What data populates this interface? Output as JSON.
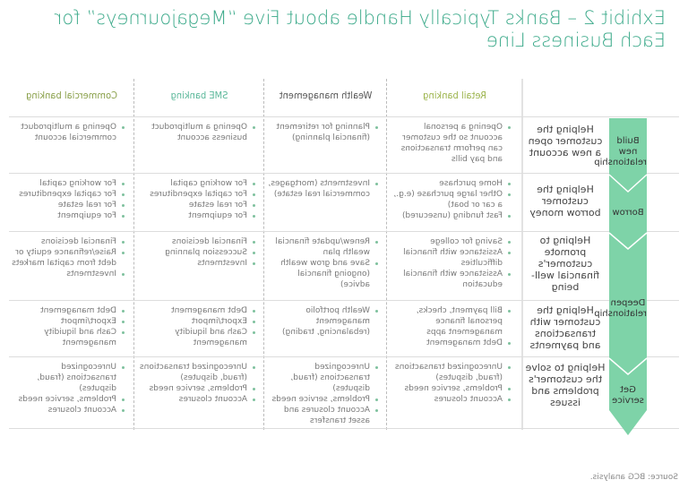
{
  "title": "Exhibit 2 – Banks Typically Handle about Five “Megajourneys” for Each Business Line",
  "colors": {
    "accent": "#3aa989",
    "stage_band": "#7ed3a8",
    "retail": "#9bb34a",
    "wealth": "#555555",
    "sme": "#5bb89a",
    "commercial": "#8aa04a"
  },
  "columns": [
    "Retail banking",
    "Wealth management",
    "SME banking",
    "Commercial banking"
  ],
  "stages": [
    "Build new relationship",
    "Borrow",
    "Deepen relationship",
    "Get service"
  ],
  "rows": [
    {
      "journey": "Helping the customer open a new account",
      "cells": [
        [
          "Opening a personal account so the customer can perform transactions and pay bills"
        ],
        [
          "Planning for retirement (financial planning)"
        ],
        [
          "Opening a multiproduct business account"
        ],
        [
          "Opening a multiproduct commercial account"
        ]
      ]
    },
    {
      "journey": "Helping the customer borrow money",
      "cells": [
        [
          "Home purchase",
          "Other large purchase (e.g., a car or boat)",
          "Fast funding (unsecured)"
        ],
        [
          "Investments (mortgages, commercial real estate)"
        ],
        [
          "For working capital",
          "For capital expenditures",
          "For real estate",
          "For equipment"
        ],
        [
          "For working capital",
          "For capital expenditures",
          "For real estate",
          "For equipment"
        ]
      ]
    },
    {
      "journey": "Helping to promote customer's financial well-being",
      "cells": [
        [
          "Saving for college",
          "Assistance with financial difficulties",
          "Assistance with financial education"
        ],
        [
          "Renew/update financial wealth plan",
          "Save and grow wealth (ongoing financial advice)"
        ],
        [
          "Financial decisions",
          "Succession planning",
          "Investments"
        ],
        [
          "Financial decisions",
          "Raise/refinance equity or debt from capital markets",
          "Investments"
        ]
      ]
    },
    {
      "journey": "Helping the customer with transactions and payments",
      "cells": [
        [
          "Bill payment, checks, personal finance management apps",
          "Debt management"
        ],
        [
          "Wealth portfolio management (rebalancing, trading)"
        ],
        [
          "Debt management",
          "Export/import",
          "Cash and liquidity management"
        ],
        [
          "Debt management",
          "Export/import",
          "Cash and liquidity management"
        ]
      ]
    },
    {
      "journey": "Helping to solve the customer's problems and issues",
      "cells": [
        [
          "Unrecognized transactions (fraud, disputes)",
          "Problems, service needs",
          "Account closures"
        ],
        [
          "Unrecognized transactions (fraud, disputes)",
          "Problems, service needs",
          "Account closures and asset transfers"
        ],
        [
          "Unrecognized transactions (fraud, disputes)",
          "Problems, service needs",
          "Account closures"
        ],
        [
          "Unrecognized transactions (fraud, disputes)",
          "Problems, service needs",
          "Account closures"
        ]
      ]
    }
  ],
  "source": "Source: BCG analysis."
}
